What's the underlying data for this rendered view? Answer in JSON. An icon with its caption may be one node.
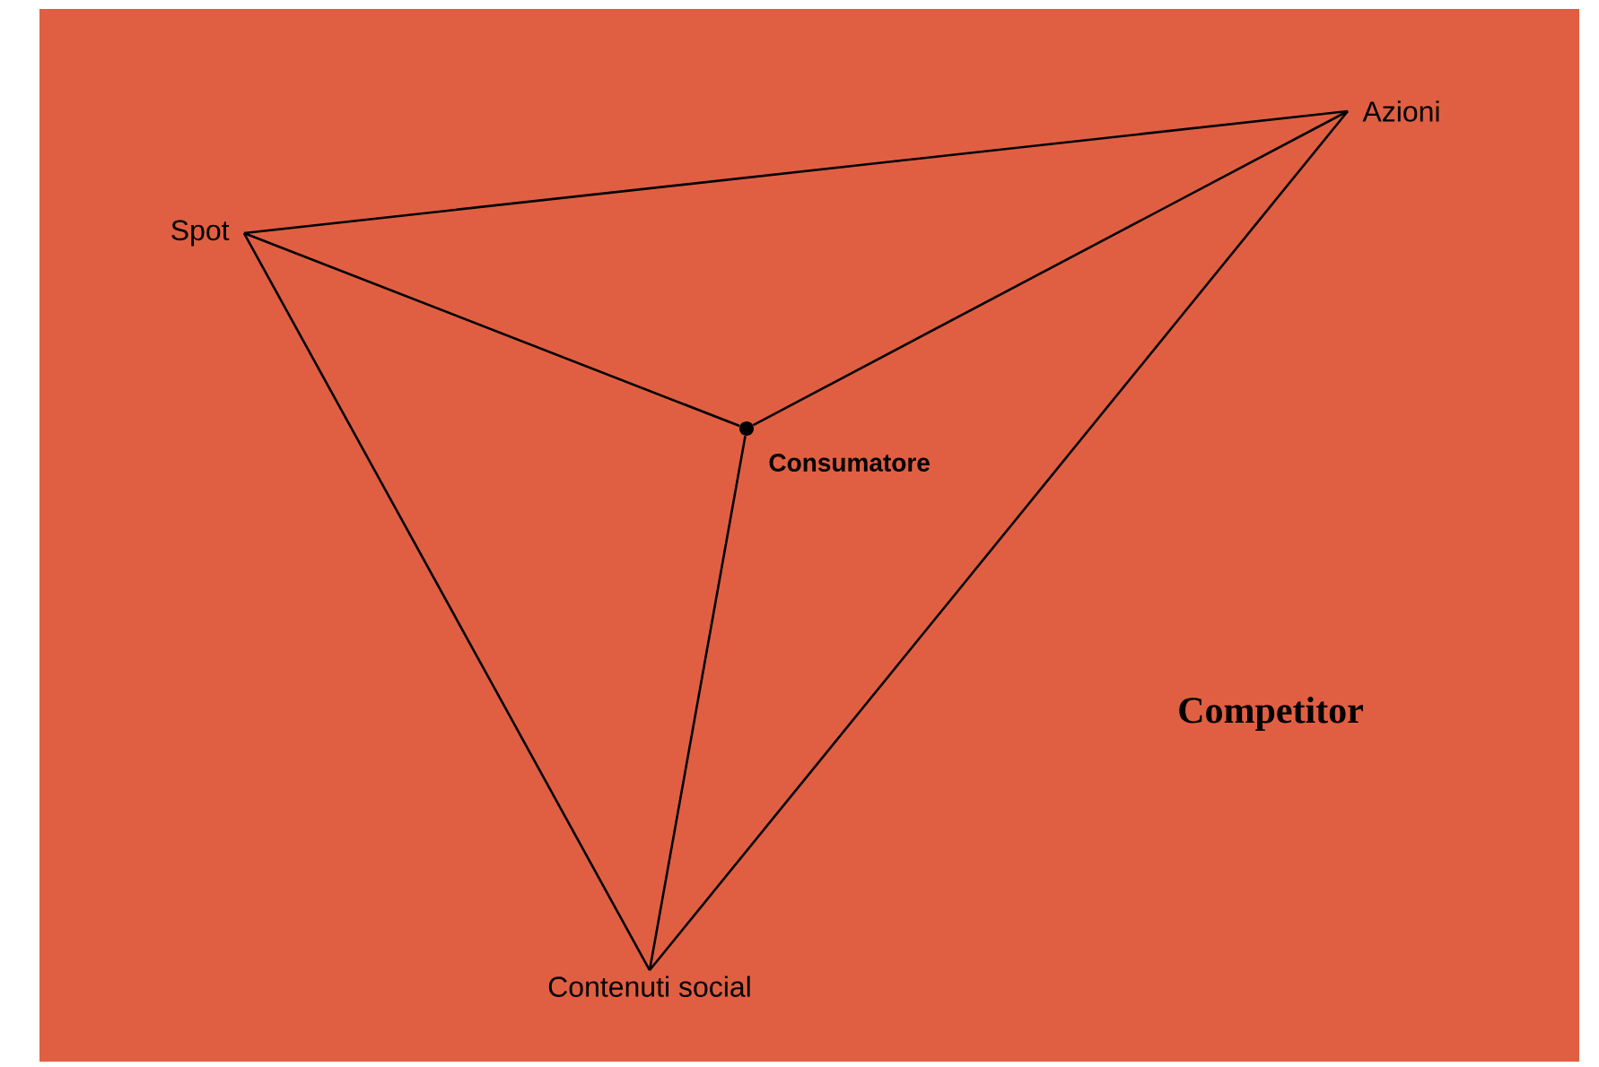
{
  "diagram": {
    "nodes": [
      {
        "text": [
          "Azioni"
        ]
      },
      {
        "text": [
          "Spot"
        ]
      },
      {
        "text": [],
        "shape": "circle",
        "beside": [
          "Consumatore"
        ]
      },
      {
        "text": [
          "Contenuti social"
        ]
      }
    ],
    "edges": [
      {
        "from": 1,
        "to": 0,
        "arrow": "none"
      },
      {
        "from": 1,
        "to": 2,
        "arrow": "none"
      },
      {
        "from": 0,
        "to": 2,
        "arrow": "none"
      },
      {
        "from": 1,
        "to": 3,
        "arrow": "none"
      },
      {
        "from": 0,
        "to": 3,
        "arrow": "none"
      },
      {
        "from": 2,
        "to": 3,
        "arrow": "none"
      }
    ],
    "labels": [
      "Competitor"
    ]
  }
}
